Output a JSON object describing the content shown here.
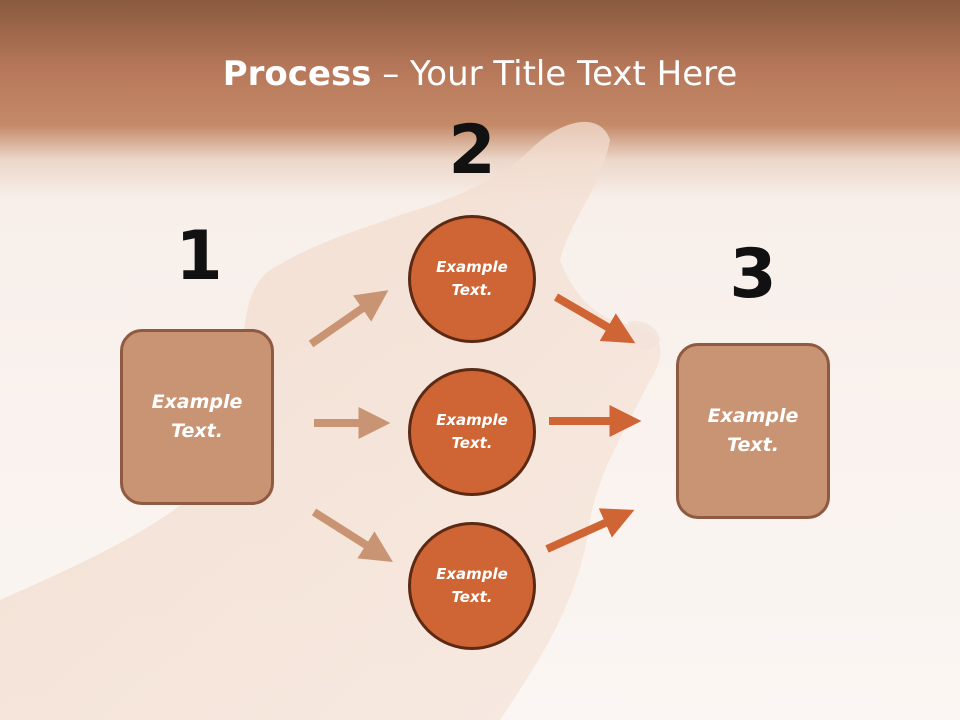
{
  "slide": {
    "title_bold": "Process",
    "title_rest": " – Your Title Text Here"
  },
  "steps": {
    "one": {
      "number": "1",
      "label": "Example\nText."
    },
    "two": {
      "number": "2",
      "labels": [
        "Example\nText.",
        "Example\nText.",
        "Example\nText."
      ]
    },
    "three": {
      "number": "3",
      "label": "Example\nText."
    }
  },
  "colors": {
    "header_band": "#b7785a",
    "box_fill": "#c99474",
    "box_border": "#8e5a41",
    "circle_fill": "#cf6535",
    "circle_border": "#5c2a14",
    "arrow_light": "#c99474",
    "arrow_dark": "#cf6535",
    "number_text": "#111111"
  }
}
